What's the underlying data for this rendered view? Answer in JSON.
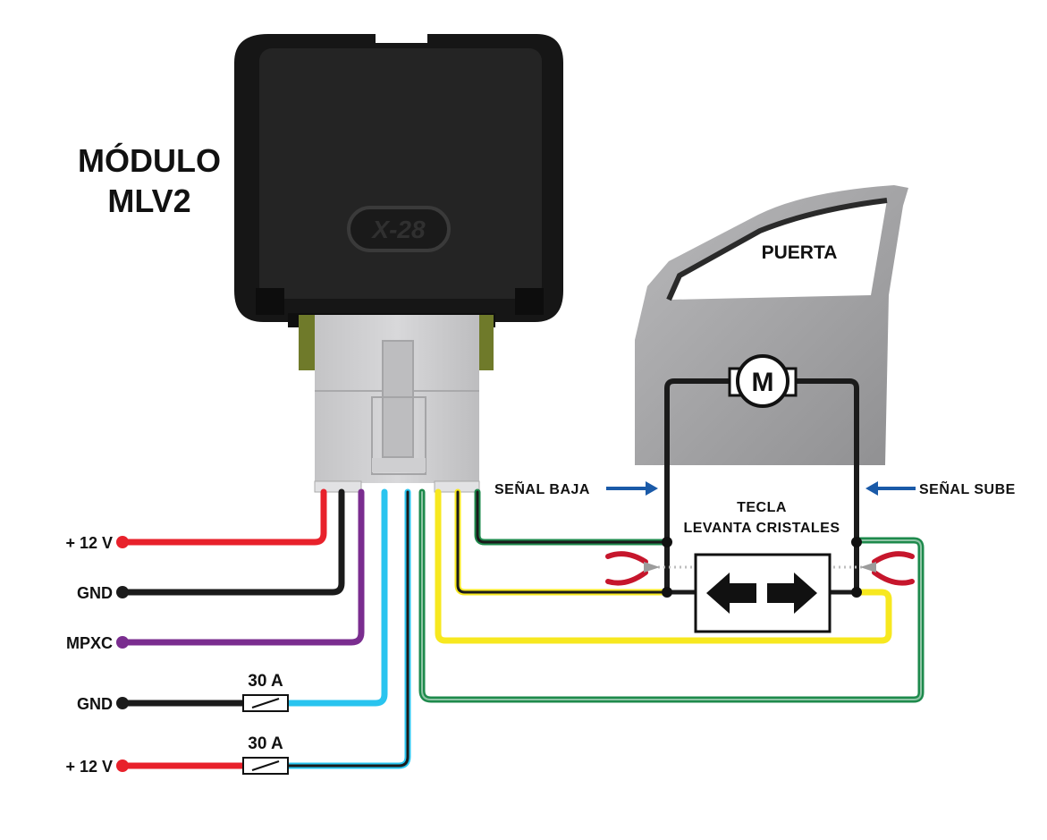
{
  "module": {
    "title_line1": "MÓDULO",
    "title_line2": "MLV2",
    "logo": "X-28"
  },
  "door": {
    "label": "PUERTA",
    "motor_symbol": "M"
  },
  "switch": {
    "label_line1": "TECLA",
    "label_line2": "LEVANTA CRISTALES"
  },
  "signals": {
    "down": "SEÑAL BAJA",
    "up": "SEÑAL SUBE"
  },
  "terminals": [
    {
      "label": "+ 12 V",
      "color": "#e8212b"
    },
    {
      "label": "GND",
      "color": "#1b1b1b"
    },
    {
      "label": "MPXC",
      "color": "#7a2d8f"
    },
    {
      "label": "GND",
      "color": "#1b1b1b",
      "fuse": "30 A"
    },
    {
      "label": "+ 12 V",
      "color": "#e8212b",
      "fuse": "30 A"
    }
  ],
  "wire_colors": {
    "red": "#e8212b",
    "black": "#1b1b1b",
    "purple": "#7a2d8f",
    "cyan": "#29c4ef",
    "yellow": "#f7e81f",
    "green": "#1e8a4c"
  }
}
